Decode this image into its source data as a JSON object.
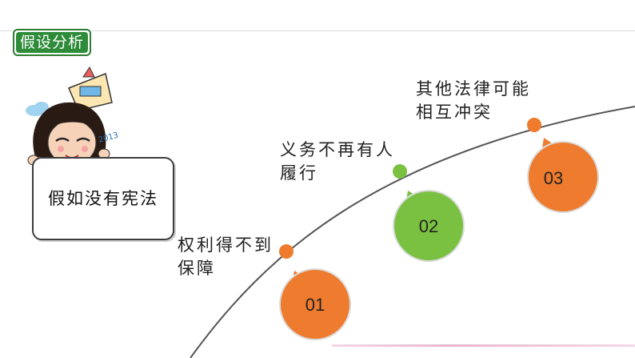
{
  "tag": {
    "label": "假设分析"
  },
  "board": {
    "label": "假如没有宪法"
  },
  "character": {
    "year_badge": "2013"
  },
  "steps": [
    {
      "number": "01",
      "caption": "权利得不到\n保障",
      "color": "#ee7b2e"
    },
    {
      "number": "02",
      "caption": "义务不再有人\n履行",
      "color": "#7ac142"
    },
    {
      "number": "03",
      "caption": "其他法律可能\n相互冲突",
      "color": "#ee7b2e"
    }
  ],
  "colors": {
    "accent_green": "#2e8b3a",
    "orange": "#ee7b2e",
    "green": "#7ac142",
    "curve": "#555555"
  }
}
